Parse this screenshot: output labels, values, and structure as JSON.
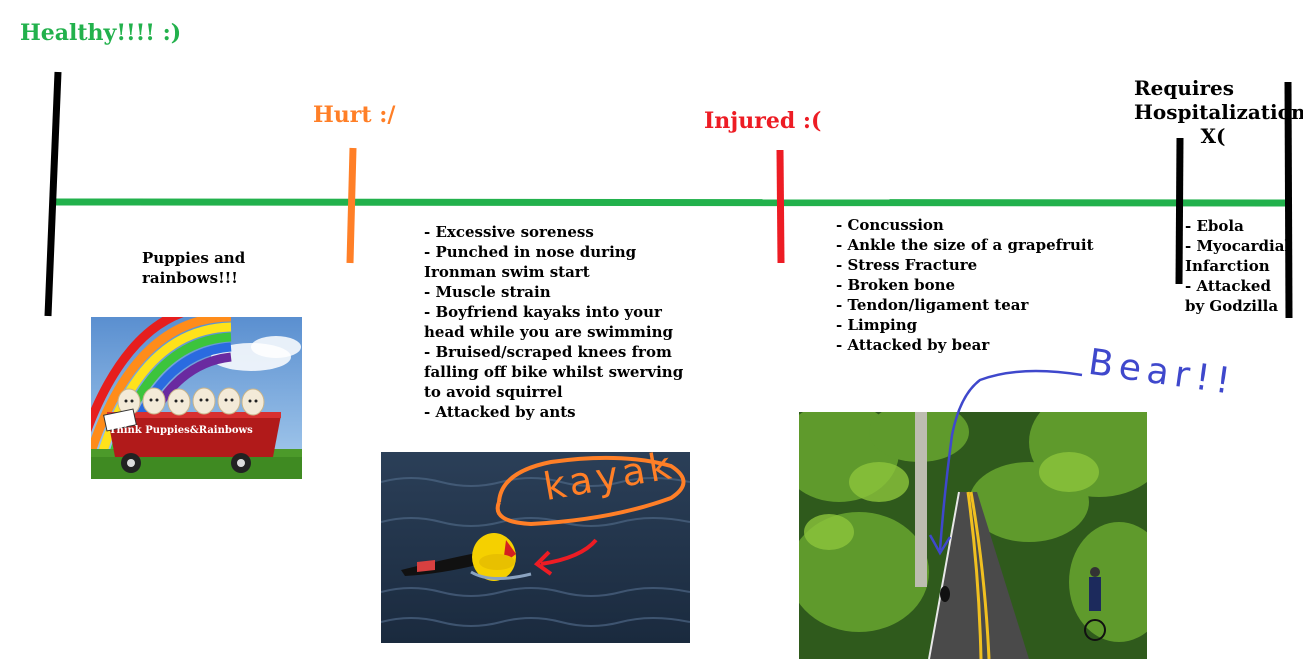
{
  "stages": {
    "healthy": {
      "label": "Healthy!!!! :)",
      "color": "#22b14c",
      "items_text": "Puppies and rainbows!!!",
      "image_caption": "Think Puppies&Rainbows"
    },
    "hurt": {
      "label": "Hurt :/",
      "color": "#ff7f27",
      "items": [
        "- Excessive soreness",
        "- Punched in nose during Ironman swim start",
        "- Muscle strain",
        "- Boyfriend kayaks into your head while you are swimming",
        "- Bruised/scraped knees from falling off bike whilst swerving to avoid squirrel",
        "- Attacked by ants"
      ],
      "annotation": "kayak"
    },
    "injured": {
      "label": "Injured :(",
      "color": "#ed1c24",
      "items": [
        "- Concussion",
        "- Ankle the size of a grapefruit",
        "- Stress Fracture",
        "- Broken bone",
        "- Tendon/ligament tear",
        "- Limping",
        "- Attacked by bear"
      ],
      "annotation": "Bear!!"
    },
    "hospital": {
      "label_line1": "Requires",
      "label_line2": "Hospitalization",
      "label_line3": "X(",
      "color": "#000000",
      "items": [
        "- Ebola",
        "- Myocardial Infarction",
        "- Attacked by Godzilla"
      ]
    }
  },
  "colors": {
    "axis": "#22b14c",
    "annotation_orange": "#ff7f27",
    "annotation_red": "#ed1c24",
    "annotation_blue": "#3f48cc"
  }
}
